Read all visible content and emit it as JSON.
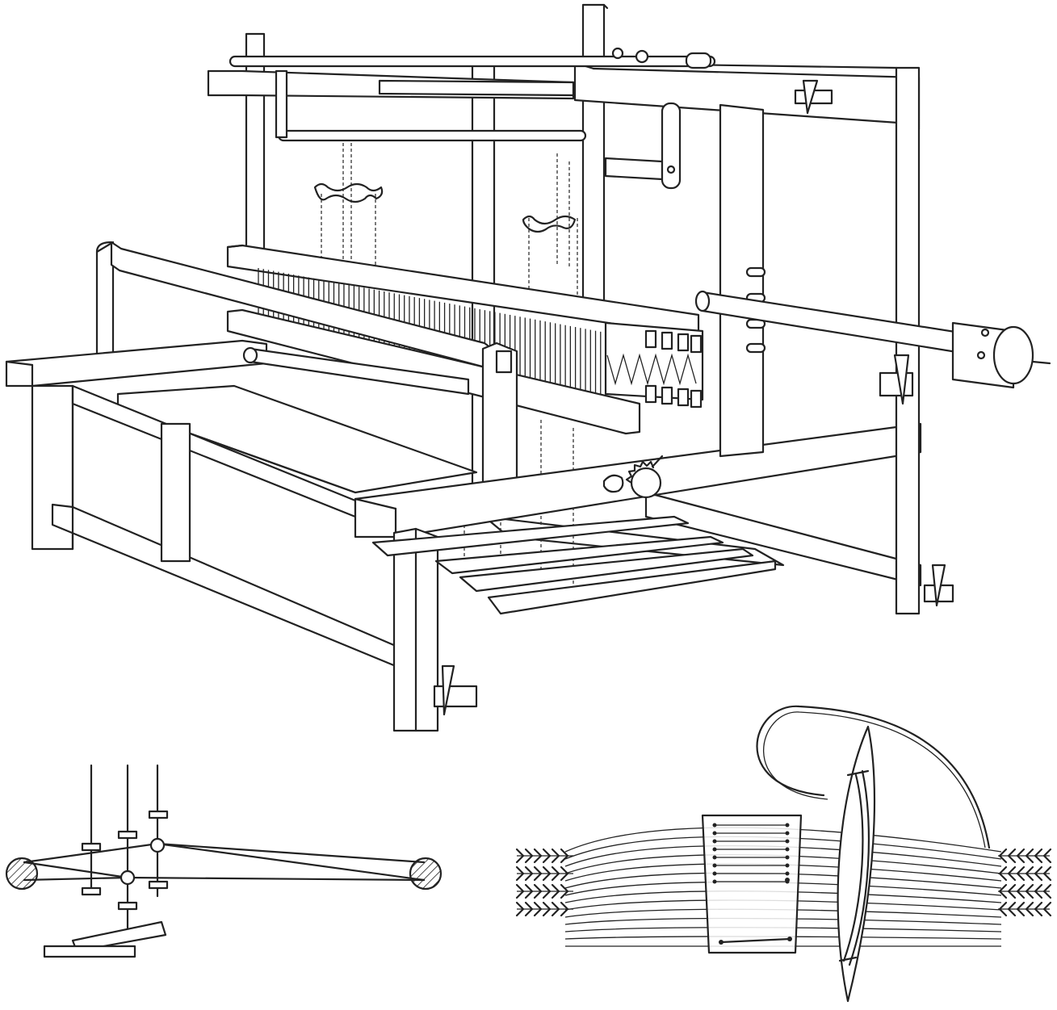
{
  "figure": {
    "panels": [
      {
        "id": "loom",
        "icon": "treadle-loom-illustration-icon"
      },
      {
        "id": "shed-mechanism",
        "icon": "heddle-shed-diagram-icon"
      },
      {
        "id": "shuttle-weave",
        "icon": "shuttle-and-warp-detail-icon"
      }
    ]
  },
  "colors": {
    "line": "#222222",
    "background": "#ffffff"
  }
}
